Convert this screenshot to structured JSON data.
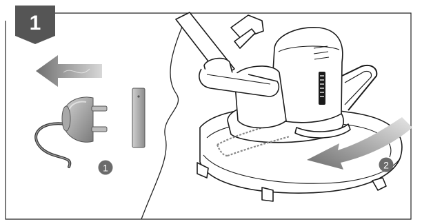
{
  "step": {
    "number": "1",
    "badge_color": "#555555"
  },
  "callouts": {
    "unplug": "1",
    "rotate": "2"
  },
  "colors": {
    "outline": "#1a1a1a",
    "grey_arrow": "#8a8a8a",
    "callout_fill": "#6b6b6b",
    "plug_grey": "#9a9a9a"
  },
  "icons": [
    "unplug-arrow-icon",
    "plug-icon",
    "socket-icon",
    "rotate-arrow-icon",
    "trimmer-illustration"
  ]
}
